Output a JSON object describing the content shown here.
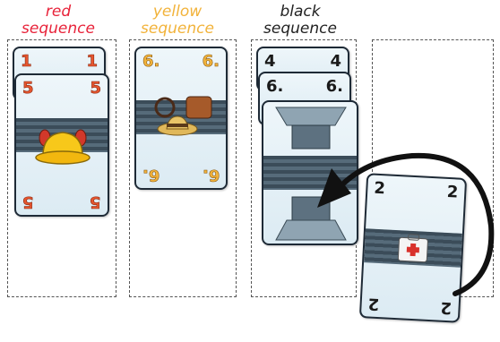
{
  "columns": [
    {
      "label_line1": "red",
      "label_line2": "sequence",
      "color": "#e8233a"
    },
    {
      "label_line1": "yellow",
      "label_line2": "sequence",
      "color": "#f2b33b"
    },
    {
      "label_line1": "black",
      "label_line2": "sequence",
      "color": "#222222"
    },
    {
      "label_line1": "",
      "label_line2": "",
      "color": "#222222"
    }
  ],
  "cards": {
    "red_back": "1",
    "red_front": "5",
    "yellow": "6.",
    "black_back": "4",
    "black_mid": "6.",
    "moving": "2"
  },
  "icons": {
    "hat": "hard-hat-with-lights-icon",
    "bag": "fedora-whip-satchel-icon",
    "scanner": "security-scanner-gate-icon",
    "first_aid": "first-aid-kit-icon",
    "arrow": "curved-move-arrow-icon"
  }
}
